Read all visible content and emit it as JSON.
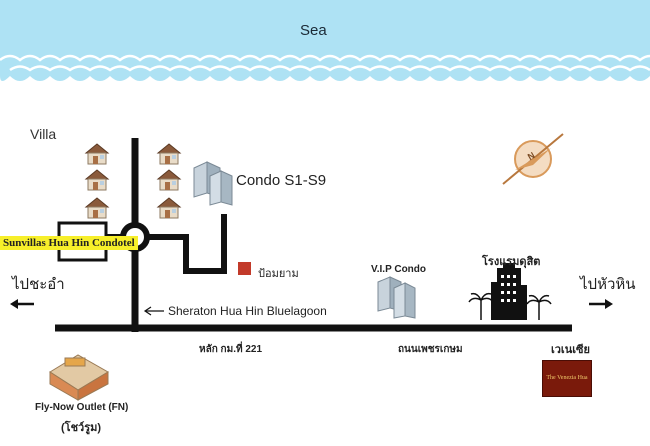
{
  "sea_label": "Sea",
  "villa_label": "Villa",
  "condo_label": "Condo S1-S9",
  "poi_label": "ป้อมยาม",
  "vip_label": "V.I.P Condo",
  "hotel_label": "โรงแรมดุสิต",
  "left_direction": "ไปชะอำ",
  "right_direction": "ไปหัวหิน",
  "sunvillas_label": "Sunvillas Hua Hin Condotel",
  "sheraton_label": "Sheraton Hua Hin Bluelagoon",
  "km_label": "หลัก กม.ที่ 221",
  "road_label": "ถนนเพชรเกษม",
  "venice_label": "เวเนเซีย",
  "venice_logo_text": "The Venezia Hua Hin",
  "fn_label": "Fly-Now Outlet (FN)",
  "showroom_label": "(โชว์รูม)",
  "compass_letter": "N",
  "colors": {
    "sea": "#aee2f4",
    "sea_wave": "#ffffff",
    "road": "#111111",
    "poi": "#c23a2a",
    "sunvillas_highlight": "#f7ef2a",
    "compass": "#d99a5b"
  }
}
